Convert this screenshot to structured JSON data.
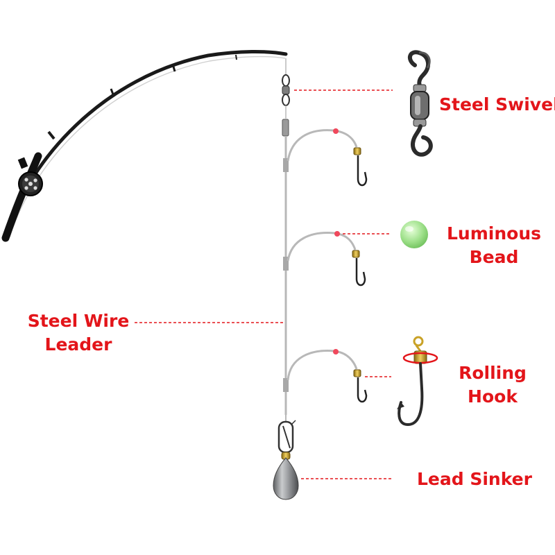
{
  "labels": {
    "steel_swivel": "Steel Swivel",
    "luminous_bead_line1": "Luminous",
    "luminous_bead_line2": "Bead",
    "steel_wire_line1": "Steel Wire",
    "steel_wire_line2": "Leader",
    "rolling_hook_line1": "Rolling",
    "rolling_hook_line2": "Hook",
    "lead_sinker": "Lead Sinker"
  },
  "colors": {
    "label_text": "#e3151a",
    "leader_line": "#e3151a",
    "rod": "#1a1a1a",
    "wire": "#b8b8b8",
    "bead_red": "#f0485c",
    "bead_luminous": "#9ee08a",
    "sinker": "#8d8f92",
    "brass": "#c9a227"
  },
  "icons": [
    "fishing-rod-icon",
    "reel-icon",
    "swivel-icon",
    "bead-icon",
    "hook-icon",
    "snap-icon",
    "sinker-icon"
  ]
}
